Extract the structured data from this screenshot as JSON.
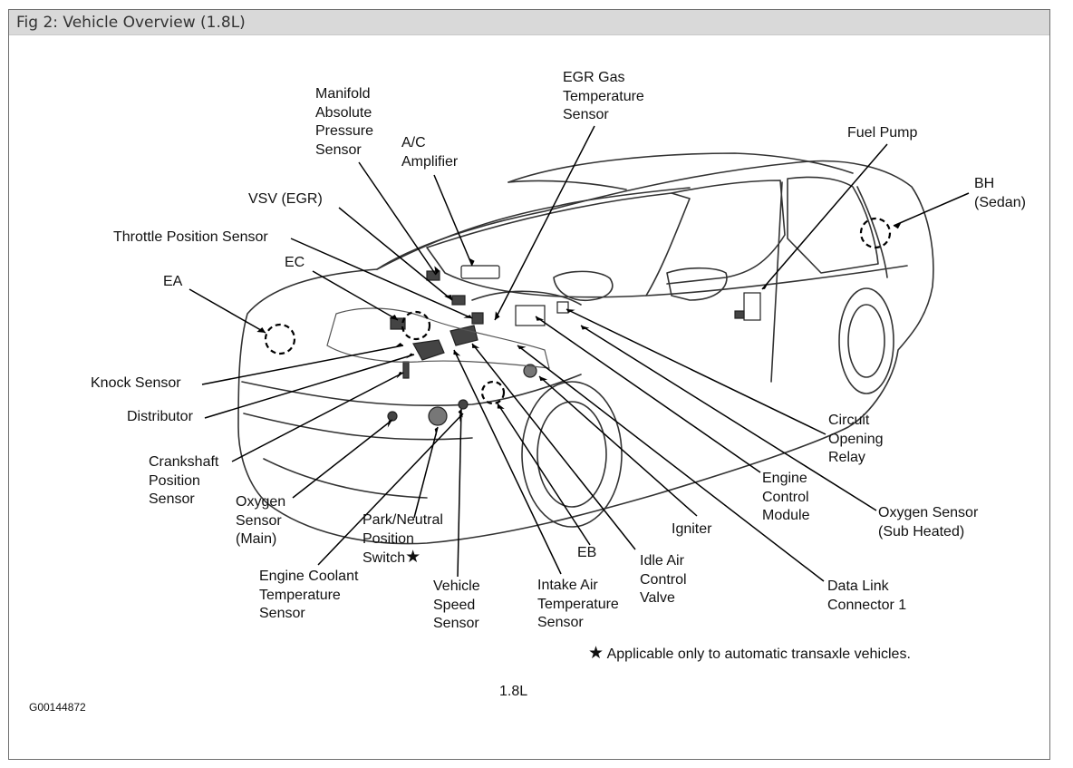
{
  "figure_title": "Fig 2: Vehicle Overview (1.8L)",
  "labels": {
    "manifold_absolute_pressure_sensor": "Manifold\nAbsolute\nPressure\nSensor",
    "ac_amplifier": "A/C\nAmplifier",
    "egr_gas_temperature_sensor": "EGR Gas\nTemperature\nSensor",
    "fuel_pump": "Fuel Pump",
    "bh_sedan": "BH\n(Sedan)",
    "vsv_egr": "VSV (EGR)",
    "throttle_position_sensor": "Throttle Position Sensor",
    "ec": "EC",
    "ea": "EA",
    "knock_sensor": "Knock Sensor",
    "distributor": "Distributor",
    "crankshaft_position_sensor": "Crankshaft\nPosition\nSensor",
    "oxygen_sensor_main": "Oxygen\nSensor\n(Main)",
    "park_neutral_position_switch": "Park/Neutral\nPosition\nSwitch",
    "engine_coolant_temperature_sensor": "Engine Coolant\nTemperature\nSensor",
    "vehicle_speed_sensor": "Vehicle\nSpeed\nSensor",
    "intake_air_temperature_sensor": "Intake Air\nTemperature\nSensor",
    "eb": "EB",
    "idle_air_control_valve": "Idle Air\nControl\nValve",
    "igniter": "Igniter",
    "engine_control_module": "Engine\nControl\nModule",
    "circuit_opening_relay": "Circuit\nOpening\nRelay",
    "oxygen_sensor_sub_heated": "Oxygen Sensor\n(Sub Heated)",
    "data_link_connector_1": "Data Link\nConnector 1"
  },
  "asterisk": "★",
  "footnote": "Applicable only to automatic transaxle vehicles.",
  "engine_label": "1.8L",
  "figure_code": "G00144872"
}
